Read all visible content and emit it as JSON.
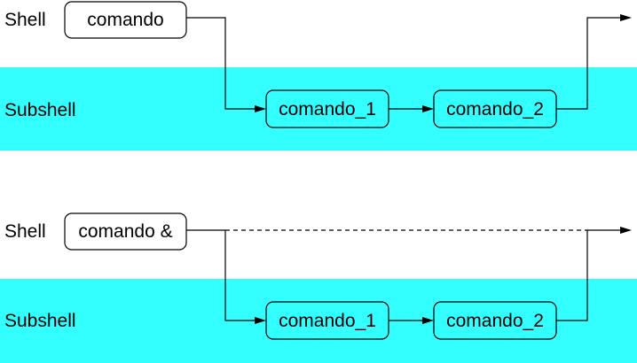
{
  "colors": {
    "subshell_band": "#33ffff",
    "line": "#000000",
    "background": "#ffffff"
  },
  "top": {
    "shell_label": "Shell",
    "subshell_label": "Subshell",
    "shell_command": "comando",
    "sub_command_1": "comando_1",
    "sub_command_2": "comando_2"
  },
  "bottom": {
    "shell_label": "Shell",
    "subshell_label": "Subshell",
    "shell_command": "comando &",
    "sub_command_1": "comando_1",
    "sub_command_2": "comando_2"
  }
}
